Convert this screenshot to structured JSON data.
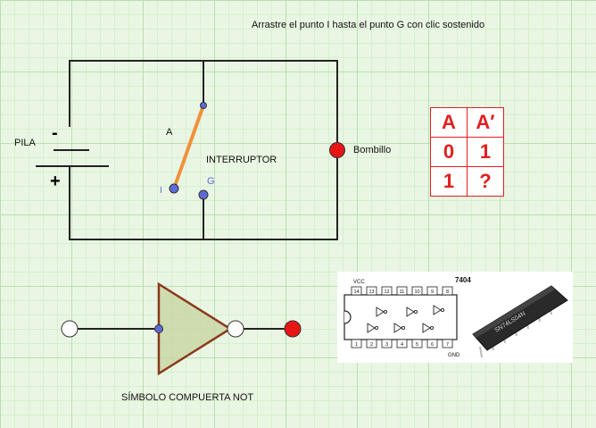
{
  "instruction": "Arrastre el punto I hasta el punto G con clic sostenido",
  "labels": {
    "pila": "PILA",
    "minus": "-",
    "plus": "+",
    "switch_point": "A",
    "interruptor": "INTERRUPTOR",
    "point_i": "I",
    "point_g": "G",
    "bombillo": "Bombillo",
    "not_symbol": "SÍMBOLO COMPUERTA NOT"
  },
  "truth_table": {
    "headers": [
      "A",
      "A′"
    ],
    "rows": [
      [
        "0",
        "1"
      ],
      [
        "1",
        "?"
      ]
    ]
  },
  "chip": {
    "part": "7404",
    "vcc": "VCC",
    "gnd": "GND",
    "top_pins": [
      "14",
      "13",
      "12",
      "11",
      "10",
      "9",
      "8"
    ],
    "bottom_pins": [
      "1",
      "2",
      "3",
      "4",
      "5",
      "6",
      "7"
    ],
    "package_marking": "SN74LS04N"
  },
  "colors": {
    "wire": "#222222",
    "switch_lever": "#f0913a",
    "point_blue": "#5c6bd6",
    "bulb_red": "#e81515",
    "table_red": "#e21f1f",
    "gate_fill": "#c9d7a7",
    "gate_stroke": "#8b3a1a"
  }
}
